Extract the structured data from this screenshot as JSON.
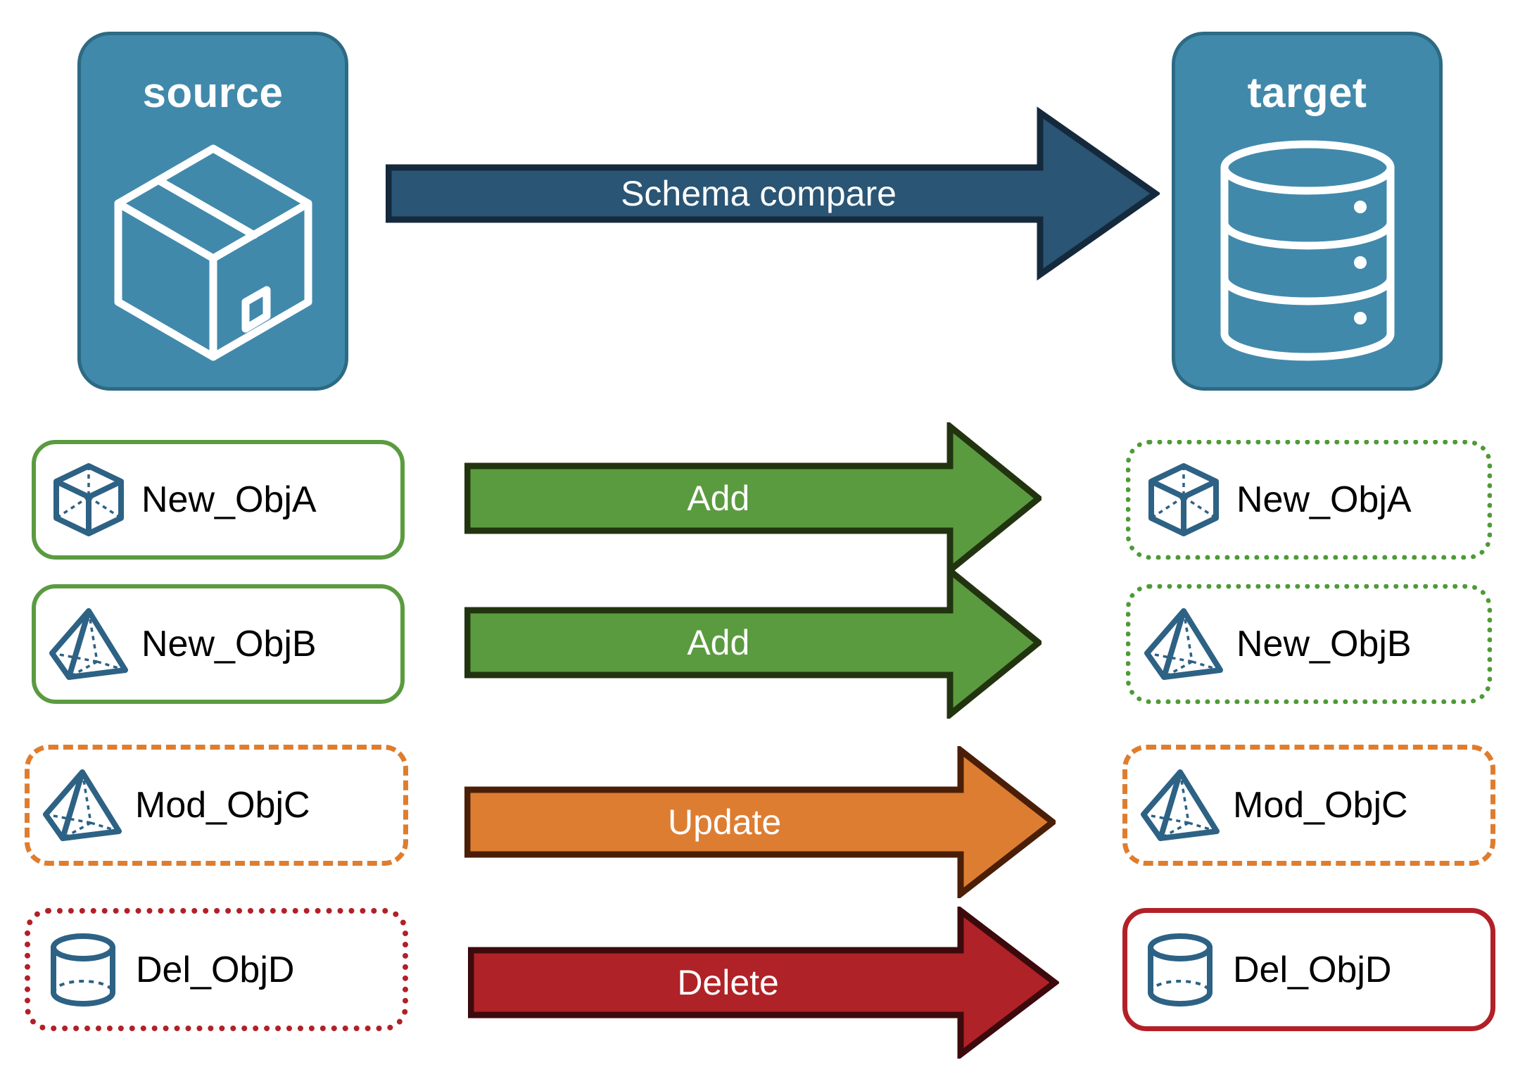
{
  "diagram": {
    "title": "Schema compare",
    "endpoints": {
      "source": {
        "label": "source",
        "icon": "package-box-icon"
      },
      "target": {
        "label": "target",
        "icon": "database-cylinder-icon"
      }
    },
    "main_arrow": {
      "label": "Schema compare",
      "color": "#2A5574",
      "border": "#15293D"
    },
    "rows": [
      {
        "source_label": "New_ObjA",
        "target_label": "New_ObjA",
        "action": "Add",
        "icon": "cube-wireframe-icon",
        "arrow_color": "#5B9B40",
        "arrow_border": "#21340F",
        "source_border_style": "solid",
        "target_border_style": "dotted",
        "border_color": "#5B9B40"
      },
      {
        "source_label": "New_ObjB",
        "target_label": "New_ObjB",
        "action": "Add",
        "icon": "pyramid-wireframe-icon",
        "arrow_color": "#5B9B40",
        "arrow_border": "#21340F",
        "source_border_style": "solid",
        "target_border_style": "dotted",
        "border_color": "#5B9B40"
      },
      {
        "source_label": "Mod_ObjC",
        "target_label": "Mod_ObjC",
        "action": "Update",
        "icon": "pyramid-wireframe-icon",
        "arrow_color": "#DD7D32",
        "arrow_border": "#4A1E07",
        "source_border_style": "dashed",
        "target_border_style": "dashed",
        "border_color": "#DF7D2E"
      },
      {
        "source_label": "Del_ObjD",
        "target_label": "Del_ObjD",
        "action": "Delete",
        "icon": "cylinder-wireframe-icon",
        "arrow_color": "#AF2227",
        "arrow_border": "#3C0A0C",
        "source_border_style": "dotted",
        "target_border_style": "solid",
        "border_color": "#B22027"
      }
    ],
    "colors": {
      "panel_fill": "#4189AB",
      "panel_border": "#2D6A83",
      "object_icon": "#2D6285",
      "add_green": "#5B9B40",
      "update_orange": "#DD7D32",
      "delete_red": "#AF2227",
      "compare_blue": "#2A5574",
      "background": "#FFFFFF",
      "text_dark": "#000000",
      "text_light": "#FFFFFF"
    }
  }
}
